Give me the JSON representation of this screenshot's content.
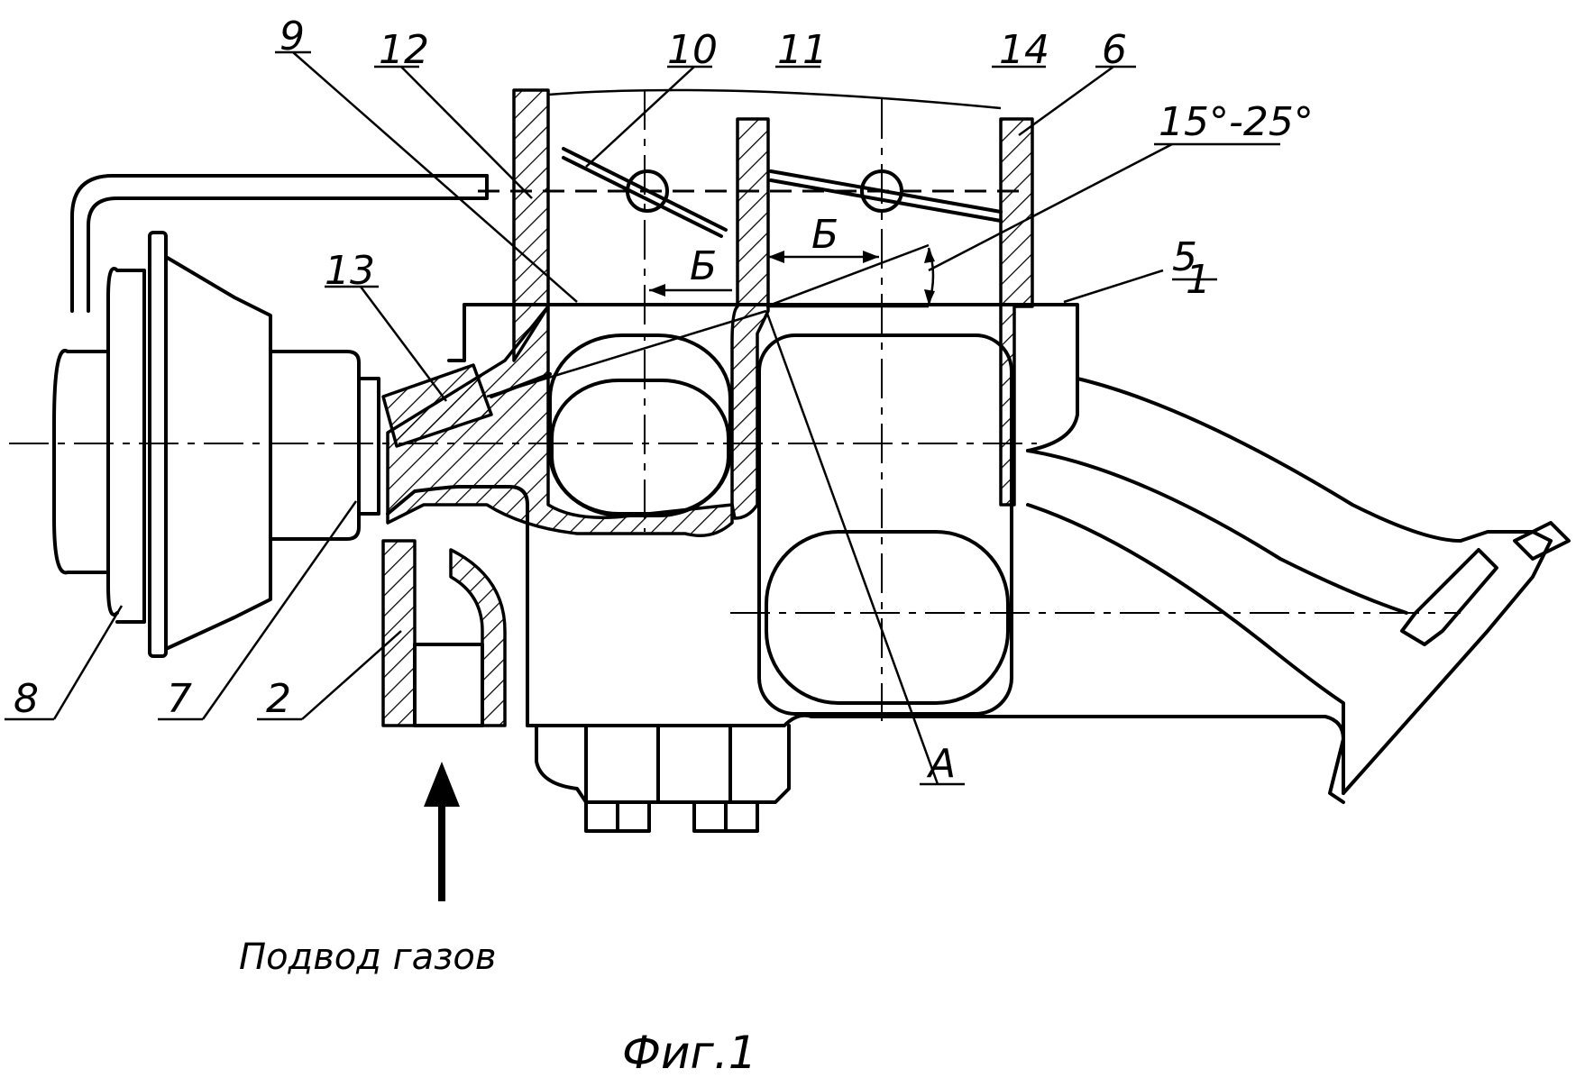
{
  "labels": {
    "n9": "9",
    "n12": "12",
    "n10": "10",
    "n11": "11",
    "n14": "14",
    "n6": "6",
    "n5": "5",
    "n1": "1",
    "n13": "13",
    "n8": "8",
    "n7": "7",
    "n2": "2",
    "pointA": "A",
    "sectionB_left": "Б",
    "sectionB_right": "Б",
    "angle": "15°-25°"
  },
  "annotations": {
    "gas_inlet": "Подвод газов"
  },
  "caption": "Фиг.1"
}
